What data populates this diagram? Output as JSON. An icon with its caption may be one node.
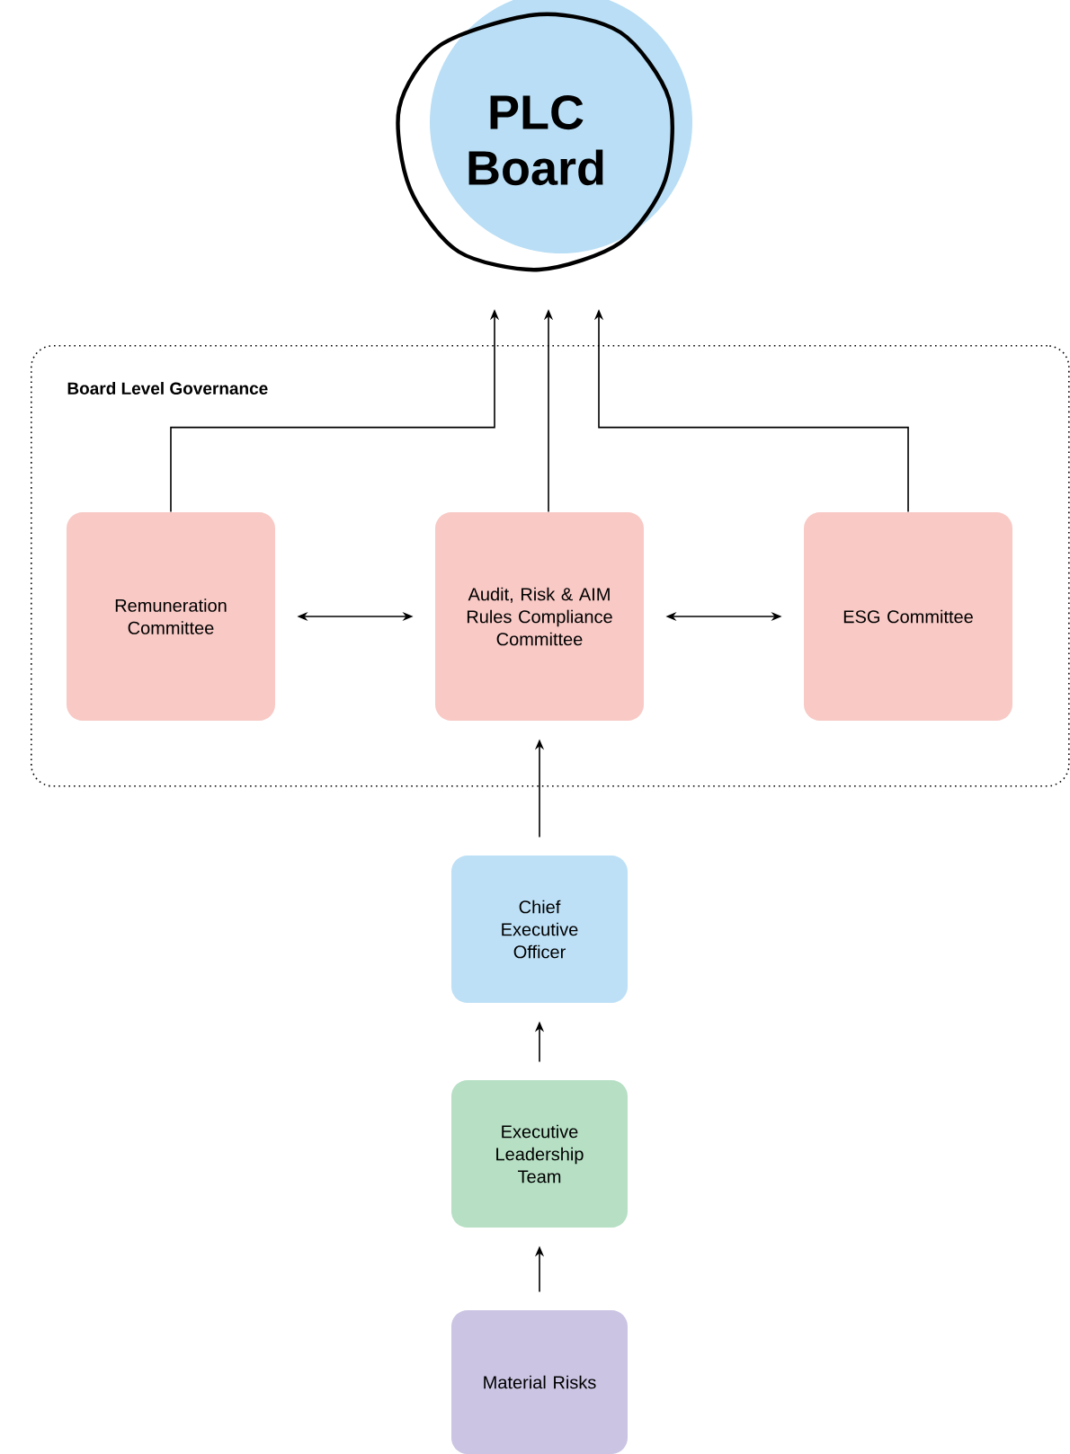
{
  "diagram": {
    "nodes": [
      {
        "text": [
          "PLC Board"
        ]
      },
      {
        "text": [
          "Board Level Governance"
        ]
      },
      {
        "text": [
          "Remuneration Committee"
        ],
        "in": 1
      },
      {
        "text": [
          "Audit, Risk & AIM Rules Compliance Committee"
        ],
        "in": 1
      },
      {
        "text": [
          "ESG Committee"
        ],
        "in": 1
      },
      {
        "text": [
          "Chief Executive Officer"
        ]
      },
      {
        "text": [
          "Executive Leadership Team"
        ]
      },
      {
        "text": [
          "Material Risks"
        ]
      }
    ],
    "edges": [
      {
        "from": 2,
        "to": 0,
        "arrow": "to"
      },
      {
        "from": 3,
        "to": 0,
        "arrow": "to"
      },
      {
        "from": 4,
        "to": 0,
        "arrow": "to"
      },
      {
        "from": 2,
        "to": 3,
        "arrow": "both"
      },
      {
        "from": 3,
        "to": 4,
        "arrow": "both"
      },
      {
        "from": 5,
        "to": 3,
        "arrow": "to"
      },
      {
        "from": 6,
        "to": 5,
        "arrow": "to"
      },
      {
        "from": 7,
        "to": 6,
        "arrow": "to"
      }
    ]
  }
}
